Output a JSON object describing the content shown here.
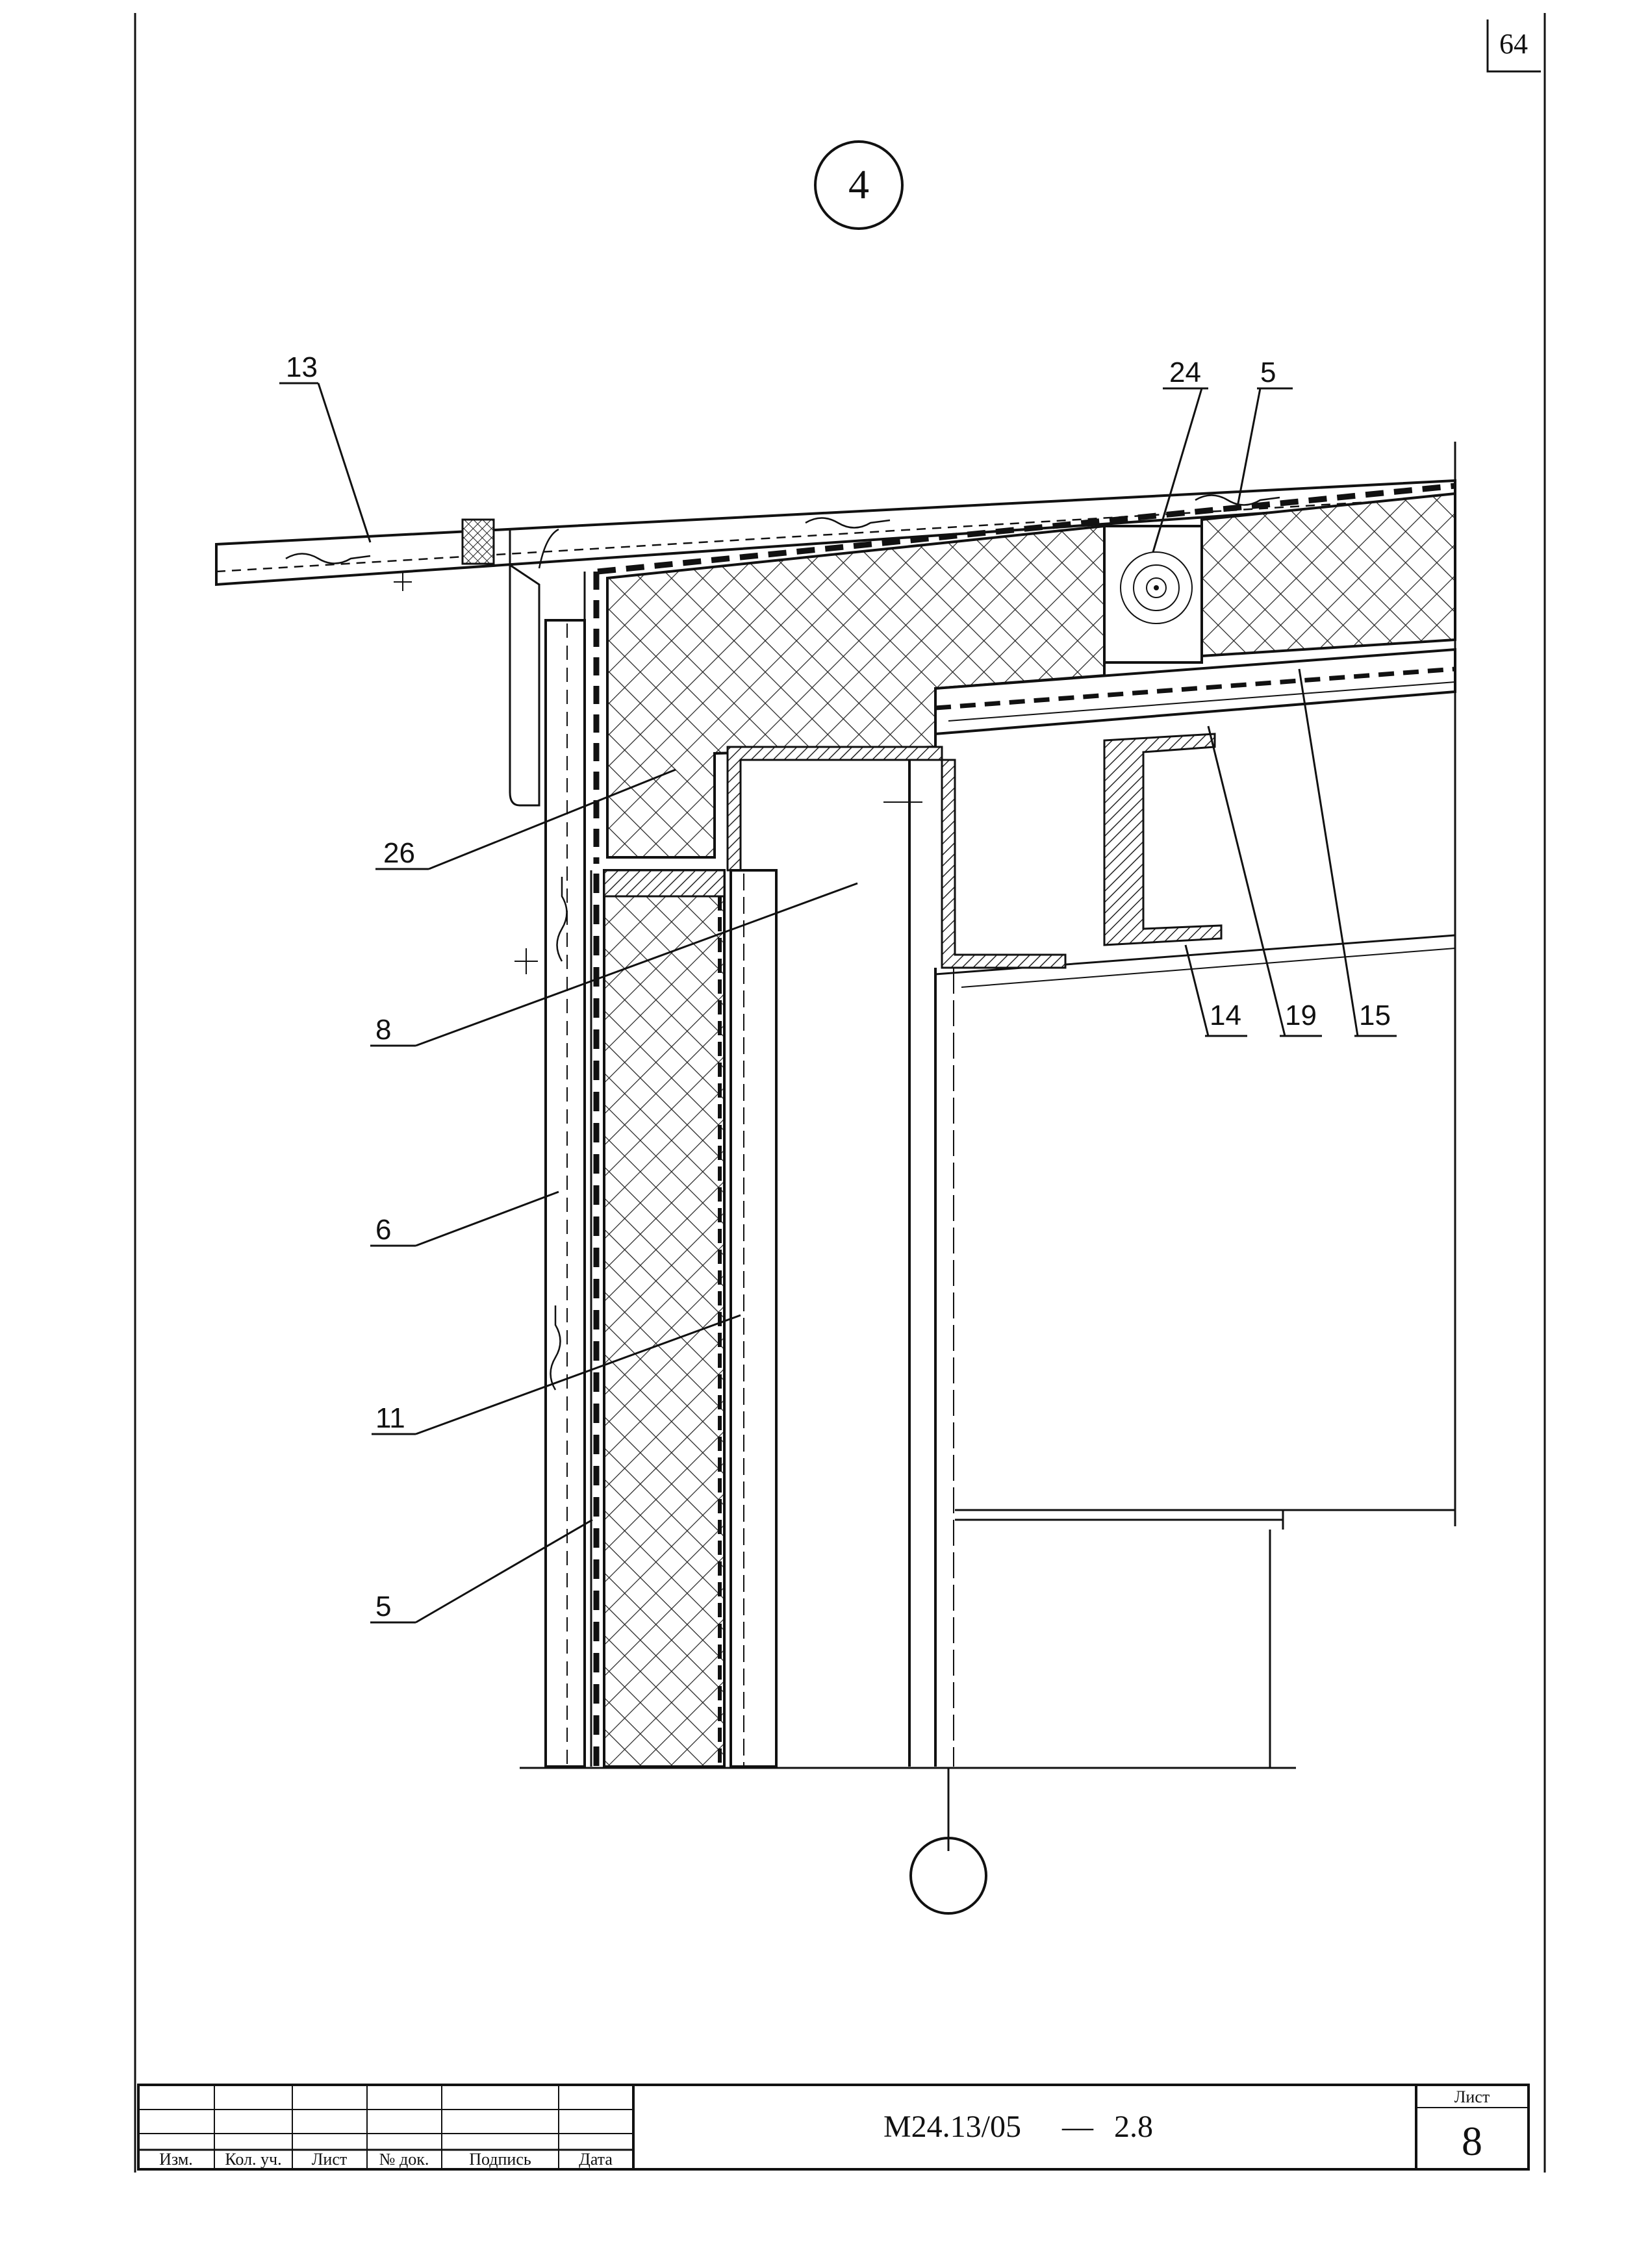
{
  "page_number": "64",
  "detail_marker": "4",
  "callouts": {
    "c13": "13",
    "c24": "24",
    "c5_top": "5",
    "c26": "26",
    "c8": "8",
    "c6": "6",
    "c11": "11",
    "c5_bottom": "5",
    "c14": "14",
    "c19": "19",
    "c15": "15"
  },
  "title_block": {
    "columns": [
      "Изм.",
      "Кол. уч.",
      "Лист",
      "№ док.",
      "Подпись",
      "Дата"
    ],
    "document_code": "М24.13/05",
    "dash": "—",
    "document_section": "2.8",
    "sheet_label": "Лист",
    "sheet_number": "8"
  },
  "colors": {
    "line": "#111111",
    "paper": "#ffffff"
  }
}
